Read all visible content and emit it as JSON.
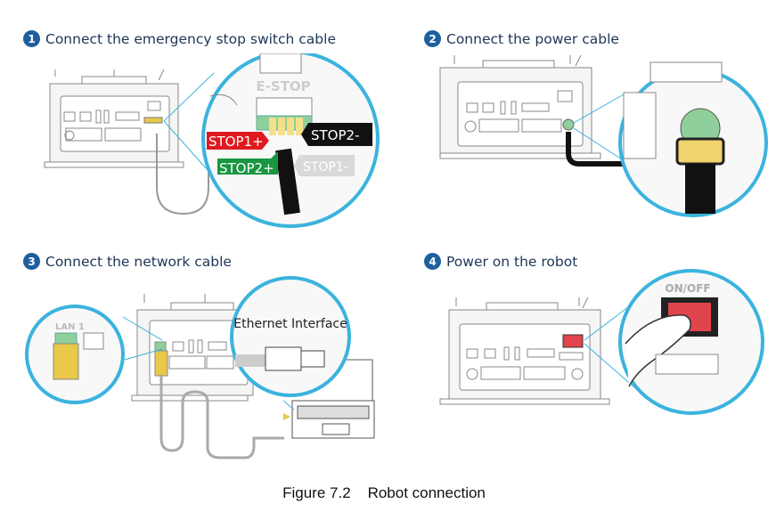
{
  "figure": {
    "caption_label": "Figure 7.2",
    "caption_title": "Robot connection"
  },
  "steps": [
    {
      "number": "1",
      "title": "Connect the emergency stop switch cable",
      "callout": {
        "header": "E-STOP",
        "labels": [
          {
            "text": "STOP1+",
            "color": "#e0191f"
          },
          {
            "text": "STOP2-",
            "color": "#111111"
          },
          {
            "text": "STOP2+",
            "color": "#1a9640"
          },
          {
            "text": "STOP1-",
            "color": "#d9d9d9"
          }
        ]
      }
    },
    {
      "number": "2",
      "title": "Connect the power cable"
    },
    {
      "number": "3",
      "title": "Connect the network cable",
      "callout": {
        "port_label": "LAN 1",
        "interface_label": "Ethernet Interface"
      }
    },
    {
      "number": "4",
      "title": "Power on the robot",
      "callout": {
        "switch_label": "ON/OFF"
      }
    }
  ],
  "colors": {
    "badge": "#1e5f9e",
    "callout_ring": "#3bb3de",
    "title_text": "#1d3557",
    "connector_green": "#8fcf9b",
    "connector_yellow": "#e9c84a",
    "switch_red": "#e0454e"
  }
}
